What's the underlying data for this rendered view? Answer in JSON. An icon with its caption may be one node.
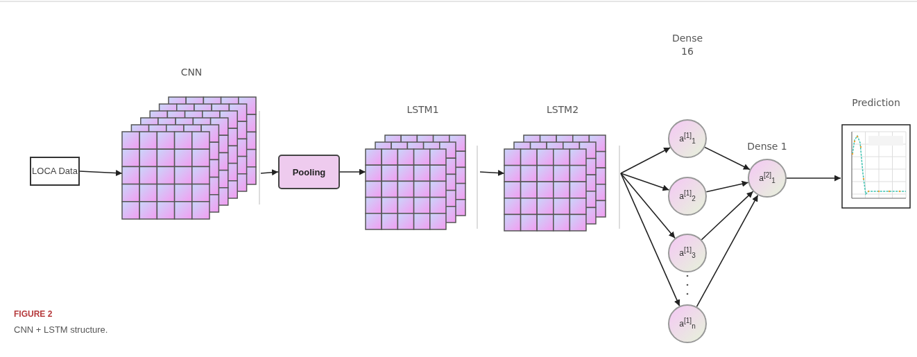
{
  "diagram": {
    "caption": "CNN + LSTM structure.",
    "nodes": [
      {
        "text": [
          "LOCA Data"
        ]
      },
      {
        "text": [
          "CNN"
        ]
      },
      {
        "text": [
          "Pooling"
        ]
      },
      {
        "text": [
          "LSTM1"
        ]
      },
      {
        "text": [
          "LSTM2"
        ]
      },
      {
        "text": [
          "a$^{[1]}$$_{1}$"
        ]
      },
      {
        "text": [
          "a$^{[1]}$$_{2}$"
        ]
      },
      {
        "text": [
          "a$^{[1]}$$_{3}$"
        ]
      },
      {
        "text": [
          "a$^{[1]}$$_{n}$"
        ]
      },
      {
        "text": [
          "a$^{[2]}$$_{1}$"
        ],
        "beside": [
          "Dense 1"
        ]
      },
      {
        "text": [
          "Prediction"
        ]
      }
    ],
    "edges": [
      {
        "from": 0,
        "to": 1,
        "arrow": "to"
      },
      {
        "from": 1,
        "to": 2,
        "arrow": "to"
      },
      {
        "from": 2,
        "to": 3,
        "arrow": "to"
      },
      {
        "from": 3,
        "to": 4,
        "arrow": "to"
      },
      {
        "from": 4,
        "to": 5,
        "arrow": "to"
      },
      {
        "from": 4,
        "to": 6,
        "arrow": "to"
      },
      {
        "from": 4,
        "to": 7,
        "arrow": "to"
      },
      {
        "from": 4,
        "to": 8,
        "arrow": "to"
      },
      {
        "from": 5,
        "to": 9,
        "arrow": "to"
      },
      {
        "from": 6,
        "to": 9,
        "arrow": "to"
      },
      {
        "from": 7,
        "to": 9,
        "arrow": "to"
      },
      {
        "from": 8,
        "to": 9,
        "arrow": "to"
      },
      {
        "from": 9,
        "to": 10,
        "arrow": "to"
      }
    ],
    "labels": [
      "Dense 16",
      "FIGURE 2"
    ]
  }
}
